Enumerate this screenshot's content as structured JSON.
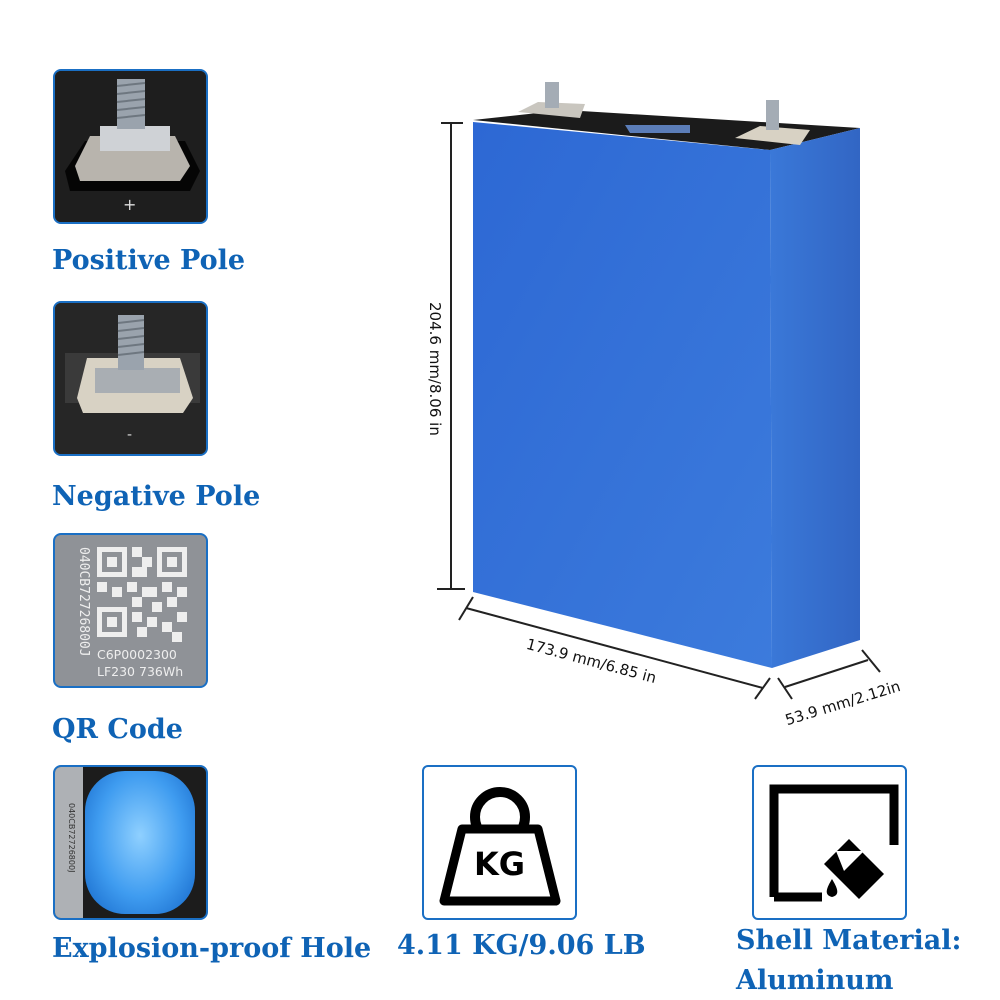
{
  "features": [
    {
      "label": "Positive Pole",
      "mark": "+"
    },
    {
      "label": "Negative Pole",
      "mark": "-"
    },
    {
      "label": "QR Code",
      "qr_text": {
        "side": "040CB72726800J",
        "line1": "C6P0002300",
        "line2": "LF230 736Wh"
      }
    },
    {
      "label": "Explosion-proof Hole",
      "side_text": "040CB72726800J"
    }
  ],
  "dimensions": {
    "height": "204.6 mm/8.06 in",
    "length": "173.9 mm/6.85 in",
    "width": "53.9 mm/2.12in"
  },
  "weight": {
    "icon": "weight-kg-icon",
    "icon_text": "KG",
    "label": "4.11 KG/9.06 LB"
  },
  "material": {
    "icon": "paint-bucket-icon",
    "label_line1": "Shell Material:",
    "label_line2": "Aluminum"
  },
  "colors": {
    "accent": "#0f63b5",
    "battery": "#2f6fd6"
  }
}
